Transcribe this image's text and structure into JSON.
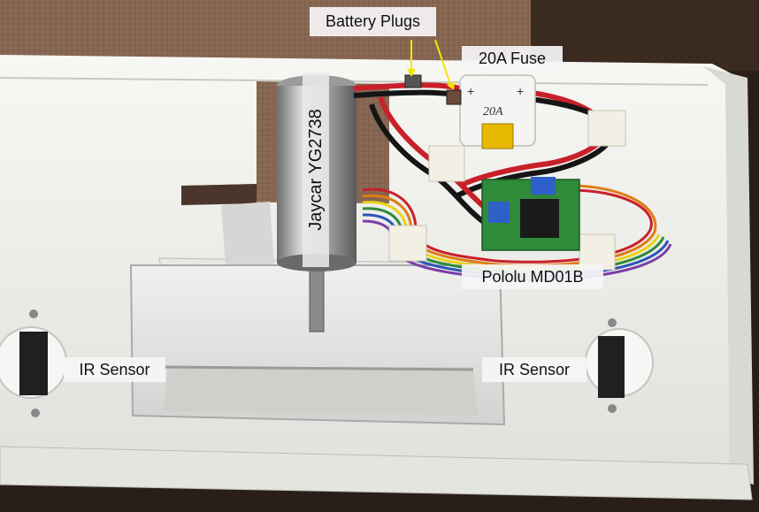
{
  "labels": {
    "battery_plugs": "Battery Plugs",
    "fuse": "20A Fuse",
    "motor": "Jaycar YG2738",
    "driver": "Pololu MD01B",
    "ir_left": "IR Sensor",
    "ir_right": "IR Sensor"
  },
  "fuse_text": {
    "rating": "20A",
    "plus_left": "+",
    "plus_right": "+"
  },
  "colors": {
    "background_fabric": "#8a6a55",
    "dark_background": "#2a1f18",
    "enclosure_white": "#eeeeea",
    "wire_red": "#c8202a",
    "wire_black": "#151515",
    "pcb_green": "#2f8a3a",
    "annotation_arrow": "#f5e400"
  }
}
